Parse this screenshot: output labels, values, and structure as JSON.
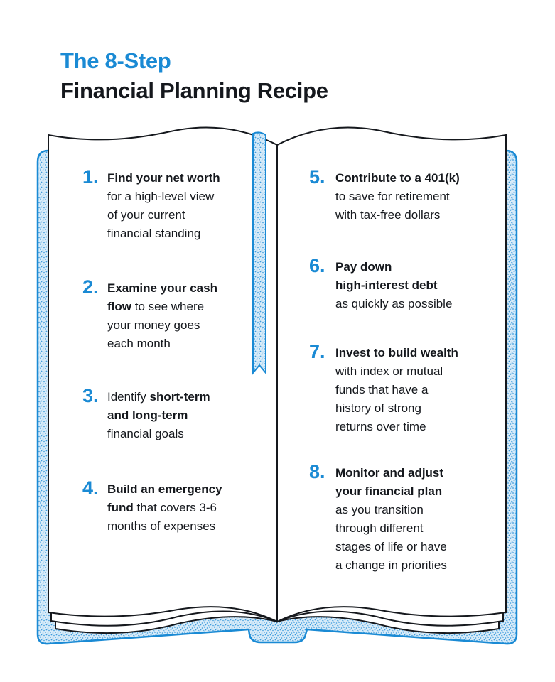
{
  "title": {
    "line1": "The 8-Step",
    "line2": "Financial Planning Recipe"
  },
  "colors": {
    "accent": "#1a8ad4",
    "text": "#15181d",
    "cover": "#3d9bdc"
  },
  "steps": [
    {
      "number": "1.",
      "lines": [
        [
          {
            "t": "Find your net worth",
            "b": true
          }
        ],
        [
          {
            "t": "for a high-level view"
          }
        ],
        [
          {
            "t": "of your current"
          }
        ],
        [
          {
            "t": "financial standing"
          }
        ]
      ]
    },
    {
      "number": "2.",
      "lines": [
        [
          {
            "t": "Examine your cash",
            "b": true
          }
        ],
        [
          {
            "t": "flow",
            "b": true
          },
          {
            "t": " to see where"
          }
        ],
        [
          {
            "t": "your money goes"
          }
        ],
        [
          {
            "t": "each month"
          }
        ]
      ]
    },
    {
      "number": "3.",
      "lines": [
        [
          {
            "t": "Identify "
          },
          {
            "t": "short-term",
            "b": true
          }
        ],
        [
          {
            "t": "and long-term",
            "b": true
          }
        ],
        [
          {
            "t": "financial goals"
          }
        ]
      ]
    },
    {
      "number": "4.",
      "lines": [
        [
          {
            "t": "Build an emergency",
            "b": true
          }
        ],
        [
          {
            "t": "fund",
            "b": true
          },
          {
            "t": " that covers 3-6"
          }
        ],
        [
          {
            "t": "months of expenses"
          }
        ]
      ]
    },
    {
      "number": "5.",
      "lines": [
        [
          {
            "t": "Contribute to a 401(k)",
            "b": true
          }
        ],
        [
          {
            "t": "to save for retirement"
          }
        ],
        [
          {
            "t": "with tax-free dollars"
          }
        ]
      ]
    },
    {
      "number": "6.",
      "lines": [
        [
          {
            "t": "Pay down",
            "b": true
          }
        ],
        [
          {
            "t": "high-interest debt",
            "b": true
          }
        ],
        [
          {
            "t": "as quickly as possible"
          }
        ]
      ]
    },
    {
      "number": "7.",
      "lines": [
        [
          {
            "t": "Invest to build wealth",
            "b": true
          }
        ],
        [
          {
            "t": "with index or mutual"
          }
        ],
        [
          {
            "t": "funds that have a"
          }
        ],
        [
          {
            "t": "history of strong"
          }
        ],
        [
          {
            "t": "returns over time"
          }
        ]
      ]
    },
    {
      "number": "8.",
      "lines": [
        [
          {
            "t": "Monitor and adjust",
            "b": true
          }
        ],
        [
          {
            "t": "your financial plan",
            "b": true
          }
        ],
        [
          {
            "t": "as you transition"
          }
        ],
        [
          {
            "t": "through different"
          }
        ],
        [
          {
            "t": "stages of life or have"
          }
        ],
        [
          {
            "t": "a change in priorities"
          }
        ]
      ]
    }
  ]
}
